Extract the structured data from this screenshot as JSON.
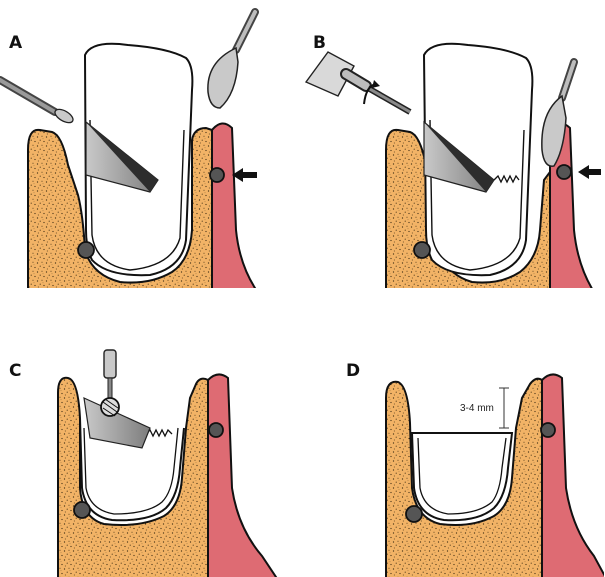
{
  "panels": {
    "a": {
      "label": "A"
    },
    "b": {
      "label": "B"
    },
    "c": {
      "label": "C"
    },
    "d": {
      "label": "D"
    }
  },
  "measurement": {
    "text": "3-4 mm"
  },
  "colors": {
    "bone": "#F2B366",
    "gum": "#DE6B73",
    "tool": "#9A9A9A",
    "outline": "#111111",
    "nodule": "#555555"
  }
}
